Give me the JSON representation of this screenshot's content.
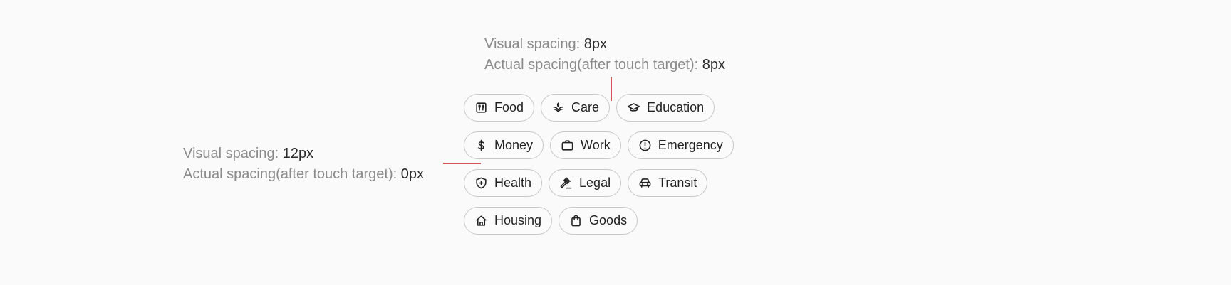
{
  "annotations": {
    "top": {
      "visual_label": "Visual spacing: ",
      "visual_value": "8px",
      "actual_label": "Actual spacing(after touch target): ",
      "actual_value": "8px"
    },
    "left": {
      "visual_label": "Visual spacing: ",
      "visual_value": "12px",
      "actual_label": "Actual spacing(after touch target): ",
      "actual_value": "0px"
    }
  },
  "marker_color": "#d9535a",
  "chips": {
    "rows": [
      [
        {
          "label": "Food",
          "icon": "food-icon"
        },
        {
          "label": "Care",
          "icon": "care-icon"
        },
        {
          "label": "Education",
          "icon": "education-icon"
        }
      ],
      [
        {
          "label": "Money",
          "icon": "dollar-icon"
        },
        {
          "label": "Work",
          "icon": "briefcase-icon"
        },
        {
          "label": "Emergency",
          "icon": "alert-circle-icon"
        }
      ],
      [
        {
          "label": "Health",
          "icon": "shield-plus-icon"
        },
        {
          "label": "Legal",
          "icon": "gavel-icon"
        },
        {
          "label": "Transit",
          "icon": "car-icon"
        }
      ],
      [
        {
          "label": "Housing",
          "icon": "home-icon"
        },
        {
          "label": "Goods",
          "icon": "shopping-bag-icon"
        }
      ]
    ]
  }
}
